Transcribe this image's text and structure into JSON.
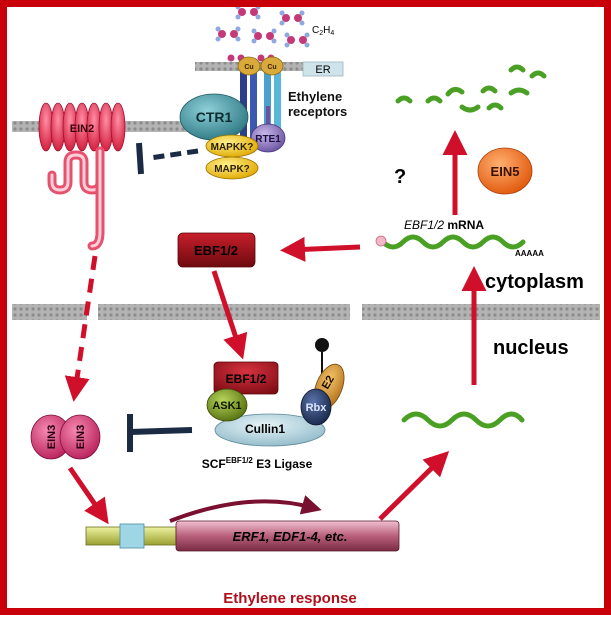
{
  "labels": {
    "c2h4": "C",
    "c2h4_sub2": "2",
    "c2h4_h": "H",
    "c2h4_sub4": "4",
    "er": "ER",
    "cu": "Cu",
    "ethylene": "Ethylene",
    "receptors": "receptors",
    "ctr1": "CTR1",
    "rte1": "RTE1",
    "mapkk": "MAPKK?",
    "mapk": "MAPK?",
    "ein2": "EIN2",
    "question": "?",
    "ein5": "EIN5",
    "mrna_gene": "EBF1/2",
    "mrna_word": " mRNA",
    "polya": "AAAAA",
    "ebf_cyto": "EBF1/2",
    "cytoplasm": "cytoplasm",
    "nucleus": "nucleus",
    "ebf_nuc": "EBF1/2",
    "ask1": "ASK1",
    "rbx": "Rbx",
    "e2": "E2",
    "cullin1": "Cullin1",
    "scf_prefix": "SCF",
    "scf_sup": "EBF1/2",
    "scf_suffix": " E3 Ligase",
    "ein3": "EIN3",
    "gene_text": "ERF1, EDF1-4, etc.",
    "response": "Ethylene response"
  },
  "colors": {
    "frame": "#c8000a",
    "arrow": "#d0102a",
    "inhibitor": "#1b2b44",
    "membrane": "#9a9a9a",
    "mrna": "#4aa024",
    "ebf": "#9c0f17",
    "ctr1": "#3f8f9a",
    "mapk": "#f2c417",
    "rte1": "#8a70b8",
    "ein5": "#f07318",
    "ein2": "#e83a5a",
    "ein3": "#d63a72",
    "cullin": "#a9cdd8",
    "ask1": "#6f8e1a",
    "e2": "#d9962a",
    "rbx": "#233a66",
    "gene_body": "#a04a62",
    "response": "#b0101c"
  }
}
